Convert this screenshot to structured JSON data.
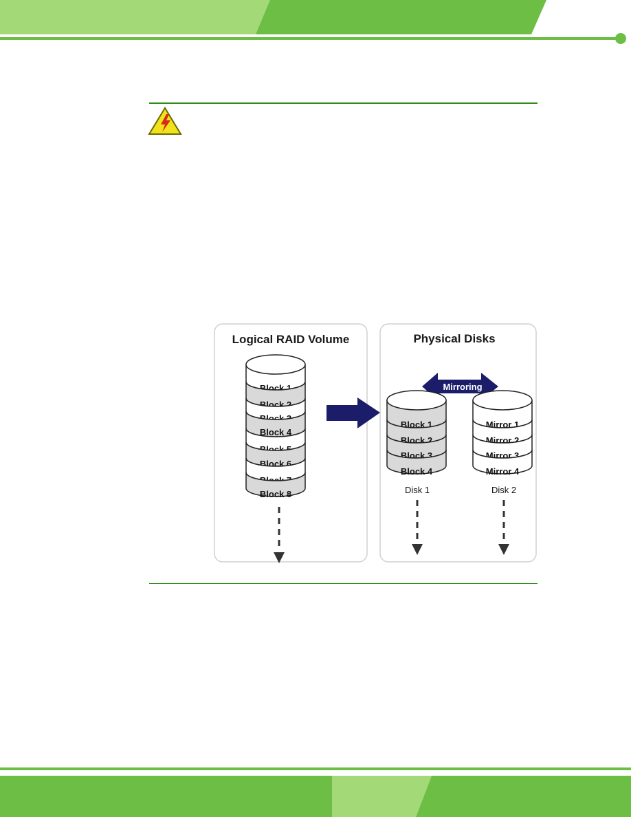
{
  "colors": {
    "header_light_green": "#a3d977",
    "header_dark_green": "#6cbe45",
    "rule_green": "#2e8b1a",
    "arrow_navy": "#1b1d6b",
    "block_gray": "#d9d9d9",
    "panel_border": "#d0d0d0"
  },
  "icons": {
    "warning": "warning-icon",
    "header_dot": "dot-icon"
  },
  "diagram": {
    "left_title": "Logical RAID Volume",
    "right_title": "Physical Disks",
    "mirroring_label": "Mirroring",
    "logical_blocks": [
      "Block 1",
      "Block 2",
      "Block 3",
      "Block 4",
      "Block 5",
      "Block 6",
      "Block 7",
      "Block 8"
    ],
    "disk1_blocks": [
      "Block 1",
      "Block 2",
      "Block 3",
      "Block 4"
    ],
    "disk2_blocks": [
      "Mirror 1",
      "Mirror 2",
      "Mirror 3",
      "Mirror 4"
    ],
    "disk1_label": "Disk 1",
    "disk2_label": "Disk 2"
  }
}
